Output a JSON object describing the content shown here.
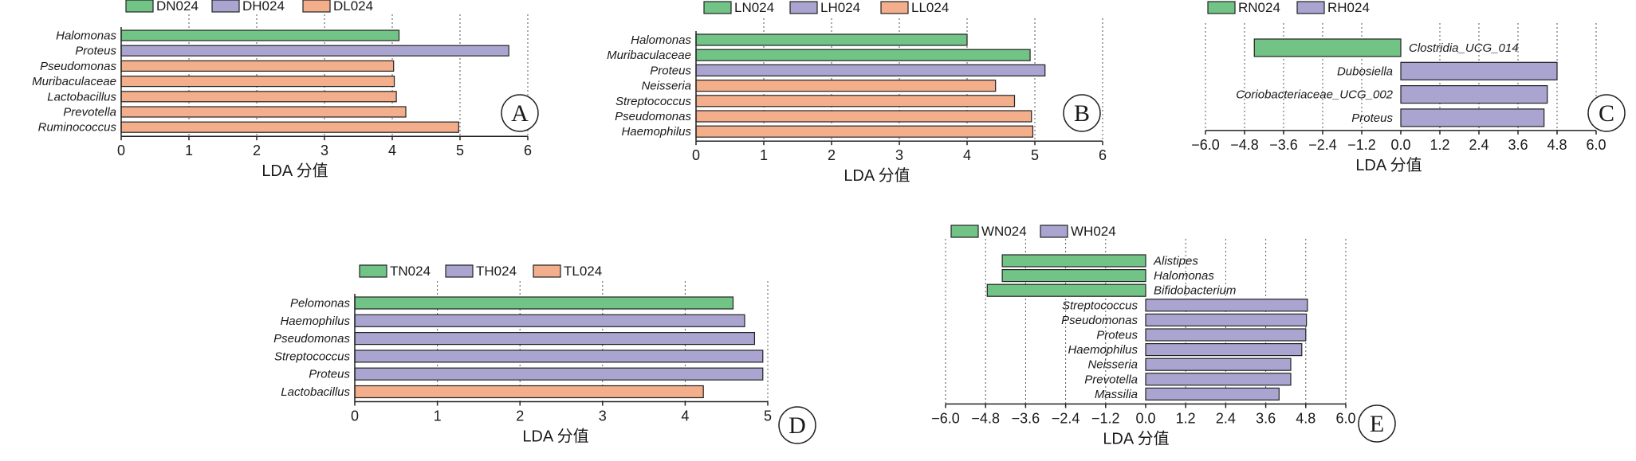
{
  "colors": {
    "N": "#72c386",
    "H": "#a9a4d0",
    "L": "#f3ae8b"
  },
  "chart_data": [
    {
      "type": "bar",
      "panel_label": "A",
      "orientation": "horizontal",
      "xlabel": "LDA 分值",
      "xlim": [
        0,
        6
      ],
      "xticks": [
        0,
        1,
        2,
        3,
        4,
        5,
        6
      ],
      "legend": [
        {
          "name": "DN024",
          "group": "N"
        },
        {
          "name": "DH024",
          "group": "H"
        },
        {
          "name": "DL024",
          "group": "L"
        }
      ],
      "bars": [
        {
          "label": "Halomonas",
          "value": 4.1,
          "group": "N"
        },
        {
          "label": "Proteus",
          "value": 5.72,
          "group": "H"
        },
        {
          "label": "Pseudomonas",
          "value": 4.02,
          "group": "L"
        },
        {
          "label": "Muribaculaceae",
          "value": 4.03,
          "group": "L"
        },
        {
          "label": "Lactobacillus",
          "value": 4.06,
          "group": "L"
        },
        {
          "label": "Prevotella",
          "value": 4.2,
          "group": "L"
        },
        {
          "label": "Ruminococcus",
          "value": 4.98,
          "group": "L"
        }
      ]
    },
    {
      "type": "bar",
      "panel_label": "B",
      "orientation": "horizontal",
      "xlabel": "LDA 分值",
      "xlim": [
        0,
        6
      ],
      "xticks": [
        0,
        1,
        2,
        3,
        4,
        5,
        6
      ],
      "legend": [
        {
          "name": "LN024",
          "group": "N"
        },
        {
          "name": "LH024",
          "group": "H"
        },
        {
          "name": "LL024",
          "group": "L"
        }
      ],
      "bars": [
        {
          "label": "Halomonas",
          "value": 4.0,
          "group": "N"
        },
        {
          "label": "Muribaculaceae",
          "value": 4.93,
          "group": "N"
        },
        {
          "label": "Proteus",
          "value": 5.15,
          "group": "H"
        },
        {
          "label": "Neisseria",
          "value": 4.42,
          "group": "L"
        },
        {
          "label": "Streptococcus",
          "value": 4.7,
          "group": "L"
        },
        {
          "label": "Pseudomonas",
          "value": 4.95,
          "group": "L"
        },
        {
          "label": "Haemophilus",
          "value": 4.97,
          "group": "L"
        }
      ]
    },
    {
      "type": "bar",
      "panel_label": "C",
      "orientation": "horizontal",
      "xlabel": "LDA 分值",
      "xlim": [
        -6,
        6
      ],
      "xticks": [
        -6.0,
        -4.8,
        -3.6,
        -2.4,
        -1.2,
        0.0,
        1.2,
        2.4,
        3.6,
        4.8,
        6.0
      ],
      "legend": [
        {
          "name": "RN024",
          "group": "N"
        },
        {
          "name": "RH024",
          "group": "H"
        }
      ],
      "bars": [
        {
          "label": "Clostridia_UCG_014",
          "value": -4.5,
          "group": "N"
        },
        {
          "label": "Dubosiella",
          "value": 4.8,
          "group": "H"
        },
        {
          "label": "Coriobacteriaceae_UCG_002",
          "value": 4.5,
          "group": "H"
        },
        {
          "label": "Proteus",
          "value": 4.4,
          "group": "H"
        }
      ]
    },
    {
      "type": "bar",
      "panel_label": "D",
      "orientation": "horizontal",
      "xlabel": "LDA 分值",
      "xlim": [
        0,
        5
      ],
      "xticks": [
        0,
        1,
        2,
        3,
        4,
        5
      ],
      "legend": [
        {
          "name": "TN024",
          "group": "N"
        },
        {
          "name": "TH024",
          "group": "H"
        },
        {
          "name": "TL024",
          "group": "L"
        }
      ],
      "bars": [
        {
          "label": "Pelomonas",
          "value": 4.58,
          "group": "N"
        },
        {
          "label": "Haemophilus",
          "value": 4.72,
          "group": "H"
        },
        {
          "label": "Pseudomonas",
          "value": 4.84,
          "group": "H"
        },
        {
          "label": "Streptococcus",
          "value": 4.94,
          "group": "H"
        },
        {
          "label": "Proteus",
          "value": 4.94,
          "group": "H"
        },
        {
          "label": "Lactobacillus",
          "value": 4.22,
          "group": "L"
        }
      ]
    },
    {
      "type": "bar",
      "panel_label": "E",
      "orientation": "horizontal",
      "xlabel": "LDA 分值",
      "xlim": [
        -6,
        6
      ],
      "xticks": [
        -6.0,
        -4.8,
        -3.6,
        -2.4,
        -1.2,
        0.0,
        1.2,
        2.4,
        3.6,
        4.8,
        6.0
      ],
      "legend": [
        {
          "name": "WN024",
          "group": "N"
        },
        {
          "name": "WH024",
          "group": "H"
        }
      ],
      "bars": [
        {
          "label": "Alistipes",
          "value": -4.3,
          "group": "N"
        },
        {
          "label": "Halomonas",
          "value": -4.3,
          "group": "N"
        },
        {
          "label": "Bifidobacterium",
          "value": -4.75,
          "group": "N"
        },
        {
          "label": "Streptococcus",
          "value": 4.85,
          "group": "H"
        },
        {
          "label": "Pseudomonas",
          "value": 4.82,
          "group": "H"
        },
        {
          "label": "Proteus",
          "value": 4.8,
          "group": "H"
        },
        {
          "label": "Haemophilus",
          "value": 4.68,
          "group": "H"
        },
        {
          "label": "Neisseria",
          "value": 4.35,
          "group": "H"
        },
        {
          "label": "Prevotella",
          "value": 4.35,
          "group": "H"
        },
        {
          "label": "Massilia",
          "value": 4.0,
          "group": "H"
        }
      ]
    }
  ]
}
